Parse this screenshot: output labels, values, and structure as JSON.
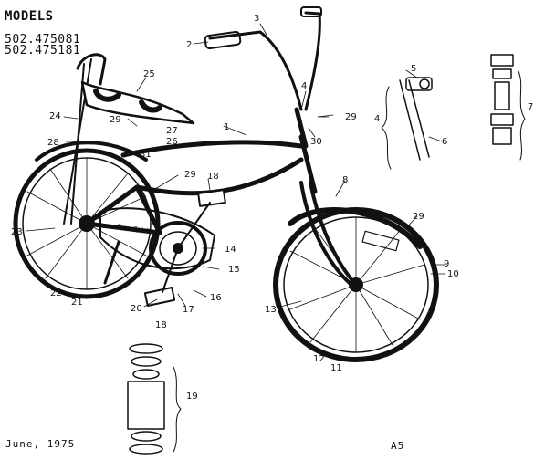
{
  "header": {
    "title": "MODELS",
    "models": [
      "502.475081",
      "502.475181"
    ]
  },
  "footer": {
    "date": "June, 1975",
    "page_code": "A5"
  },
  "callouts": {
    "c1": "1",
    "c2": "2",
    "c3": "3",
    "c4": "4",
    "c4b": "4",
    "c5": "5",
    "c6": "6",
    "c7": "7",
    "c8": "8",
    "c9": "9",
    "c10": "10",
    "c11": "11",
    "c12": "12",
    "c13": "13",
    "c14": "14",
    "c15": "15",
    "c16": "16",
    "c17": "17",
    "c18a": "18",
    "c18b": "18",
    "c19": "19",
    "c20": "20",
    "c21": "21",
    "c22": "22",
    "c23": "23",
    "c24": "24",
    "c25": "25",
    "c26": "26",
    "c27": "27",
    "c28": "28",
    "c29a": "29",
    "c29b": "29",
    "c29c": "29",
    "c29d": "29",
    "c30": "30",
    "c31": "31"
  },
  "chainguard_text": "Free Spirit"
}
